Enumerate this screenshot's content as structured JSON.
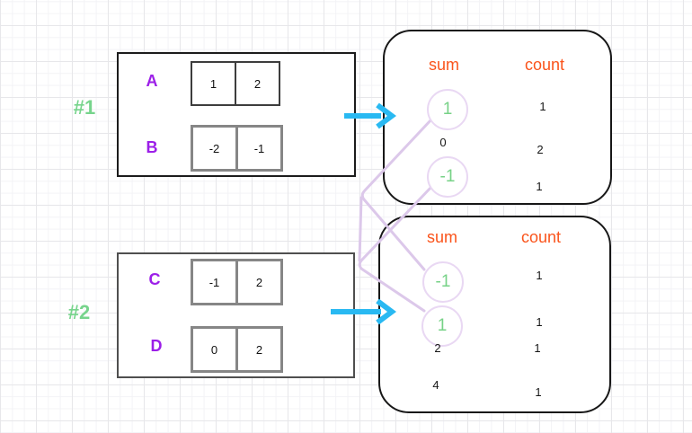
{
  "examples": [
    {
      "label": "#1",
      "arrays": [
        {
          "name": "A",
          "cells": [
            "1",
            "2"
          ]
        },
        {
          "name": "B",
          "cells": [
            "-2",
            "-1"
          ]
        }
      ],
      "table": {
        "sum_header": "sum",
        "count_header": "count",
        "entries": [
          {
            "sum": "1",
            "count": "1",
            "highlighted": true
          },
          {
            "sum": "0",
            "count": "2",
            "highlighted": false
          },
          {
            "sum": "-1",
            "count": "1",
            "highlighted": true
          }
        ]
      }
    },
    {
      "label": "#2",
      "arrays": [
        {
          "name": "C",
          "cells": [
            "-1",
            "2"
          ]
        },
        {
          "name": "D",
          "cells": [
            "0",
            "2"
          ]
        }
      ],
      "table": {
        "sum_header": "sum",
        "count_header": "count",
        "entries": [
          {
            "sum": "-1",
            "count": "1",
            "highlighted": true
          },
          {
            "sum": "1",
            "count": "1",
            "highlighted": true
          },
          {
            "sum": "2",
            "count": "1",
            "highlighted": false
          },
          {
            "sum": "4",
            "count": "1",
            "highlighted": false
          }
        ]
      }
    }
  ],
  "connections": [
    {
      "from": "example1.sum.1",
      "to": "example2.sum.-1"
    },
    {
      "from": "example1.sum.-1",
      "to": "example2.sum.1"
    }
  ],
  "colors": {
    "example_label_green": "#77d48c",
    "array_name_purple": "#9c1fe8",
    "header_orange": "#fa541c",
    "highlight_green": "#77d287",
    "connector_lavender": "#dcc8ea",
    "circle_stroke": "#e9d8f3",
    "arrow_cyan": "#29b9f2",
    "text_black": "#161616"
  }
}
